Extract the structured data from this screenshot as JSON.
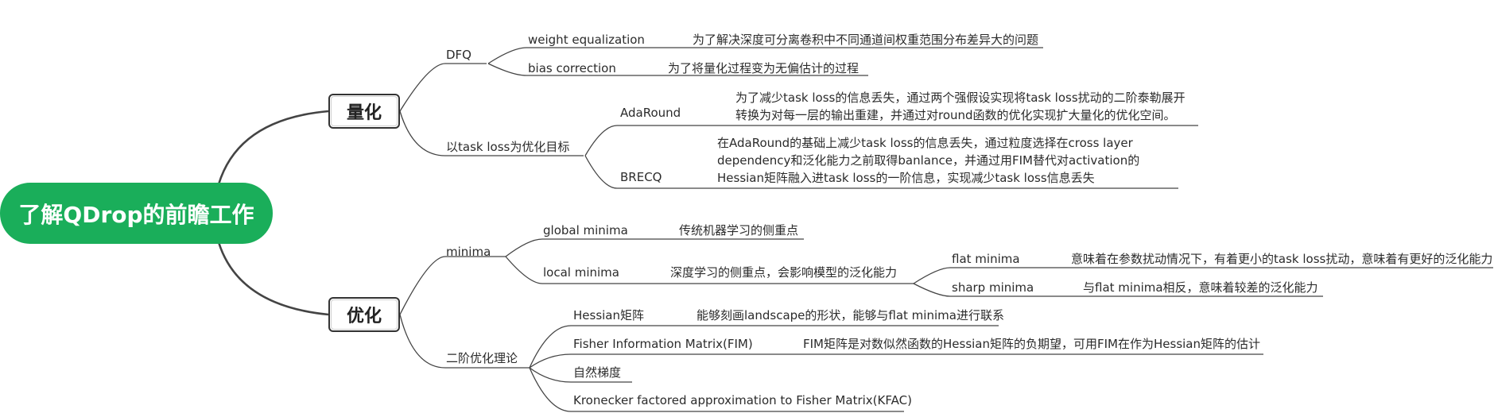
{
  "root": {
    "label": "了解QDrop的前瞻工作"
  },
  "branches": {
    "quant": {
      "label": "量化",
      "dfq": {
        "label": "DFQ",
        "weight_eq": {
          "label": "weight equalization",
          "desc": "为了解决深度可分离卷积中不同通道间权重范围分布差异大的问题"
        },
        "bias_corr": {
          "label": "bias correction",
          "desc": "为了将量化过程变为无偏估计的过程"
        }
      },
      "task_loss": {
        "label": "以task loss为优化目标",
        "adaround": {
          "label": "AdaRound",
          "desc": "为了减少task loss的信息丢失，通过两个强假设实现将task loss扰动的二阶泰勒展开转换为对每一层的输出重建，并通过对round函数的优化实现扩大量化的优化空间。"
        },
        "brecq": {
          "label": "BRECQ",
          "desc": "在AdaRound的基础上减少task loss的信息丢失，通过粒度选择在cross layer dependency和泛化能力之前取得banlance，并通过用FIM替代对activation的Hessian矩阵融入进task loss的一阶信息，实现减少task loss信息丢失"
        }
      }
    },
    "opt": {
      "label": "优化",
      "minima": {
        "label": "minima",
        "global": {
          "label": "global minima",
          "desc": "传统机器学习的侧重点"
        },
        "local": {
          "label": "local minima",
          "desc": "深度学习的侧重点，会影响模型的泛化能力",
          "flat": {
            "label": "flat minima",
            "desc": "意味着在参数扰动情况下，有着更小的task loss扰动，意味着有更好的泛化能力"
          },
          "sharp": {
            "label": "sharp minima",
            "desc": "与flat minima相反，意味着较差的泛化能力"
          }
        }
      },
      "second_order": {
        "label": "二阶优化理论",
        "hessian": {
          "label": "Hessian矩阵",
          "desc": "能够刻画landscape的形状，能够与flat minima进行联系"
        },
        "fim": {
          "label": "Fisher Information Matrix(FIM)",
          "desc": "FIM矩阵是对数似然函数的Hessian矩阵的负期望，可用FIM在作为Hessian矩阵的估计"
        },
        "natgrad": {
          "label": "自然梯度"
        },
        "kfac": {
          "label": "Kronecker factored approximation to Fisher Matrix(KFAC)"
        }
      }
    }
  },
  "colors": {
    "root_fill": "#1aae5a",
    "root_text": "#ffffff",
    "line": "#444444",
    "text": "#2b2b2b"
  }
}
